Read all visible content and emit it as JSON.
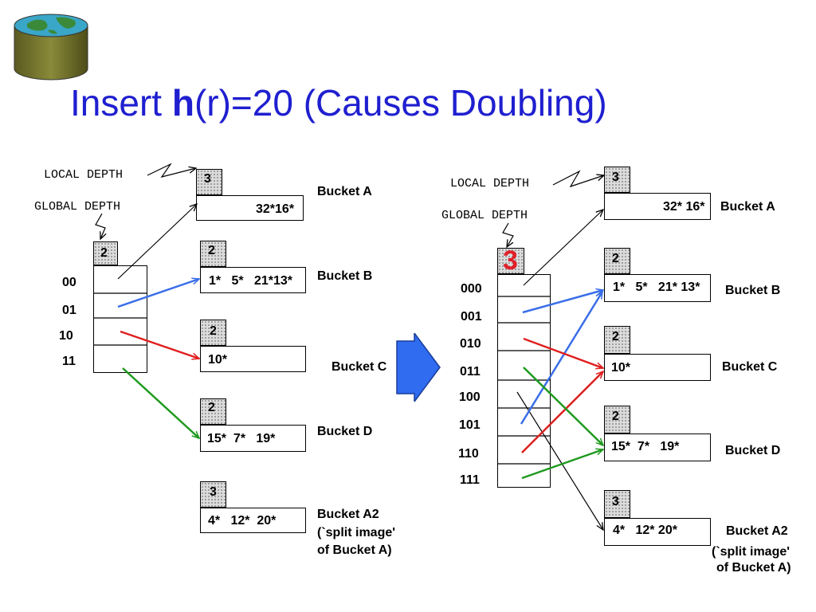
{
  "title": {
    "prefix": "Insert ",
    "bold": "h",
    "suffix": "(r)=20 (Causes Doubling)"
  },
  "labels": {
    "local_depth": "LOCAL DEPTH",
    "global_depth": "GLOBAL DEPTH"
  },
  "left": {
    "global_depth": "2",
    "directory": [
      "00",
      "01",
      "10",
      "11"
    ],
    "buckets": [
      {
        "name": "Bucket A",
        "depth": "3",
        "entries": "32*16*"
      },
      {
        "name": "Bucket B",
        "depth": "2",
        "entries": "1*   5*   21*13*"
      },
      {
        "name": "Bucket C",
        "depth": "2",
        "entries": "10*"
      },
      {
        "name": "Bucket D",
        "depth": "2",
        "entries": "15*  7*   19*"
      },
      {
        "name": "Bucket A2",
        "depth": "3",
        "entries": "4*   12*  20*",
        "note1": "(`split image'",
        "note2": "of Bucket A)"
      }
    ]
  },
  "right": {
    "global_depth": "3",
    "directory": [
      "000",
      "001",
      "010",
      "011",
      "100",
      "101",
      "110",
      "111"
    ],
    "buckets": [
      {
        "name": "Bucket A",
        "depth": "3",
        "entries": "32* 16*"
      },
      {
        "name": "Bucket B",
        "depth": "2",
        "entries": "1*   5*   21* 13*"
      },
      {
        "name": "Bucket C",
        "depth": "2",
        "entries": "10*"
      },
      {
        "name": "Bucket D",
        "depth": "2",
        "entries": "15*  7*   19*"
      },
      {
        "name": "Bucket A2",
        "depth": "3",
        "entries": "4*   12* 20*",
        "note1": "(`split image'",
        "note2": "of Bucket A)"
      }
    ]
  },
  "colors": {
    "title": "#1f1fd0",
    "blue": "#3a6ee8",
    "red": "#e01f1f",
    "green": "#1f9a1f",
    "arrow_fill": "#2f6cf0"
  }
}
